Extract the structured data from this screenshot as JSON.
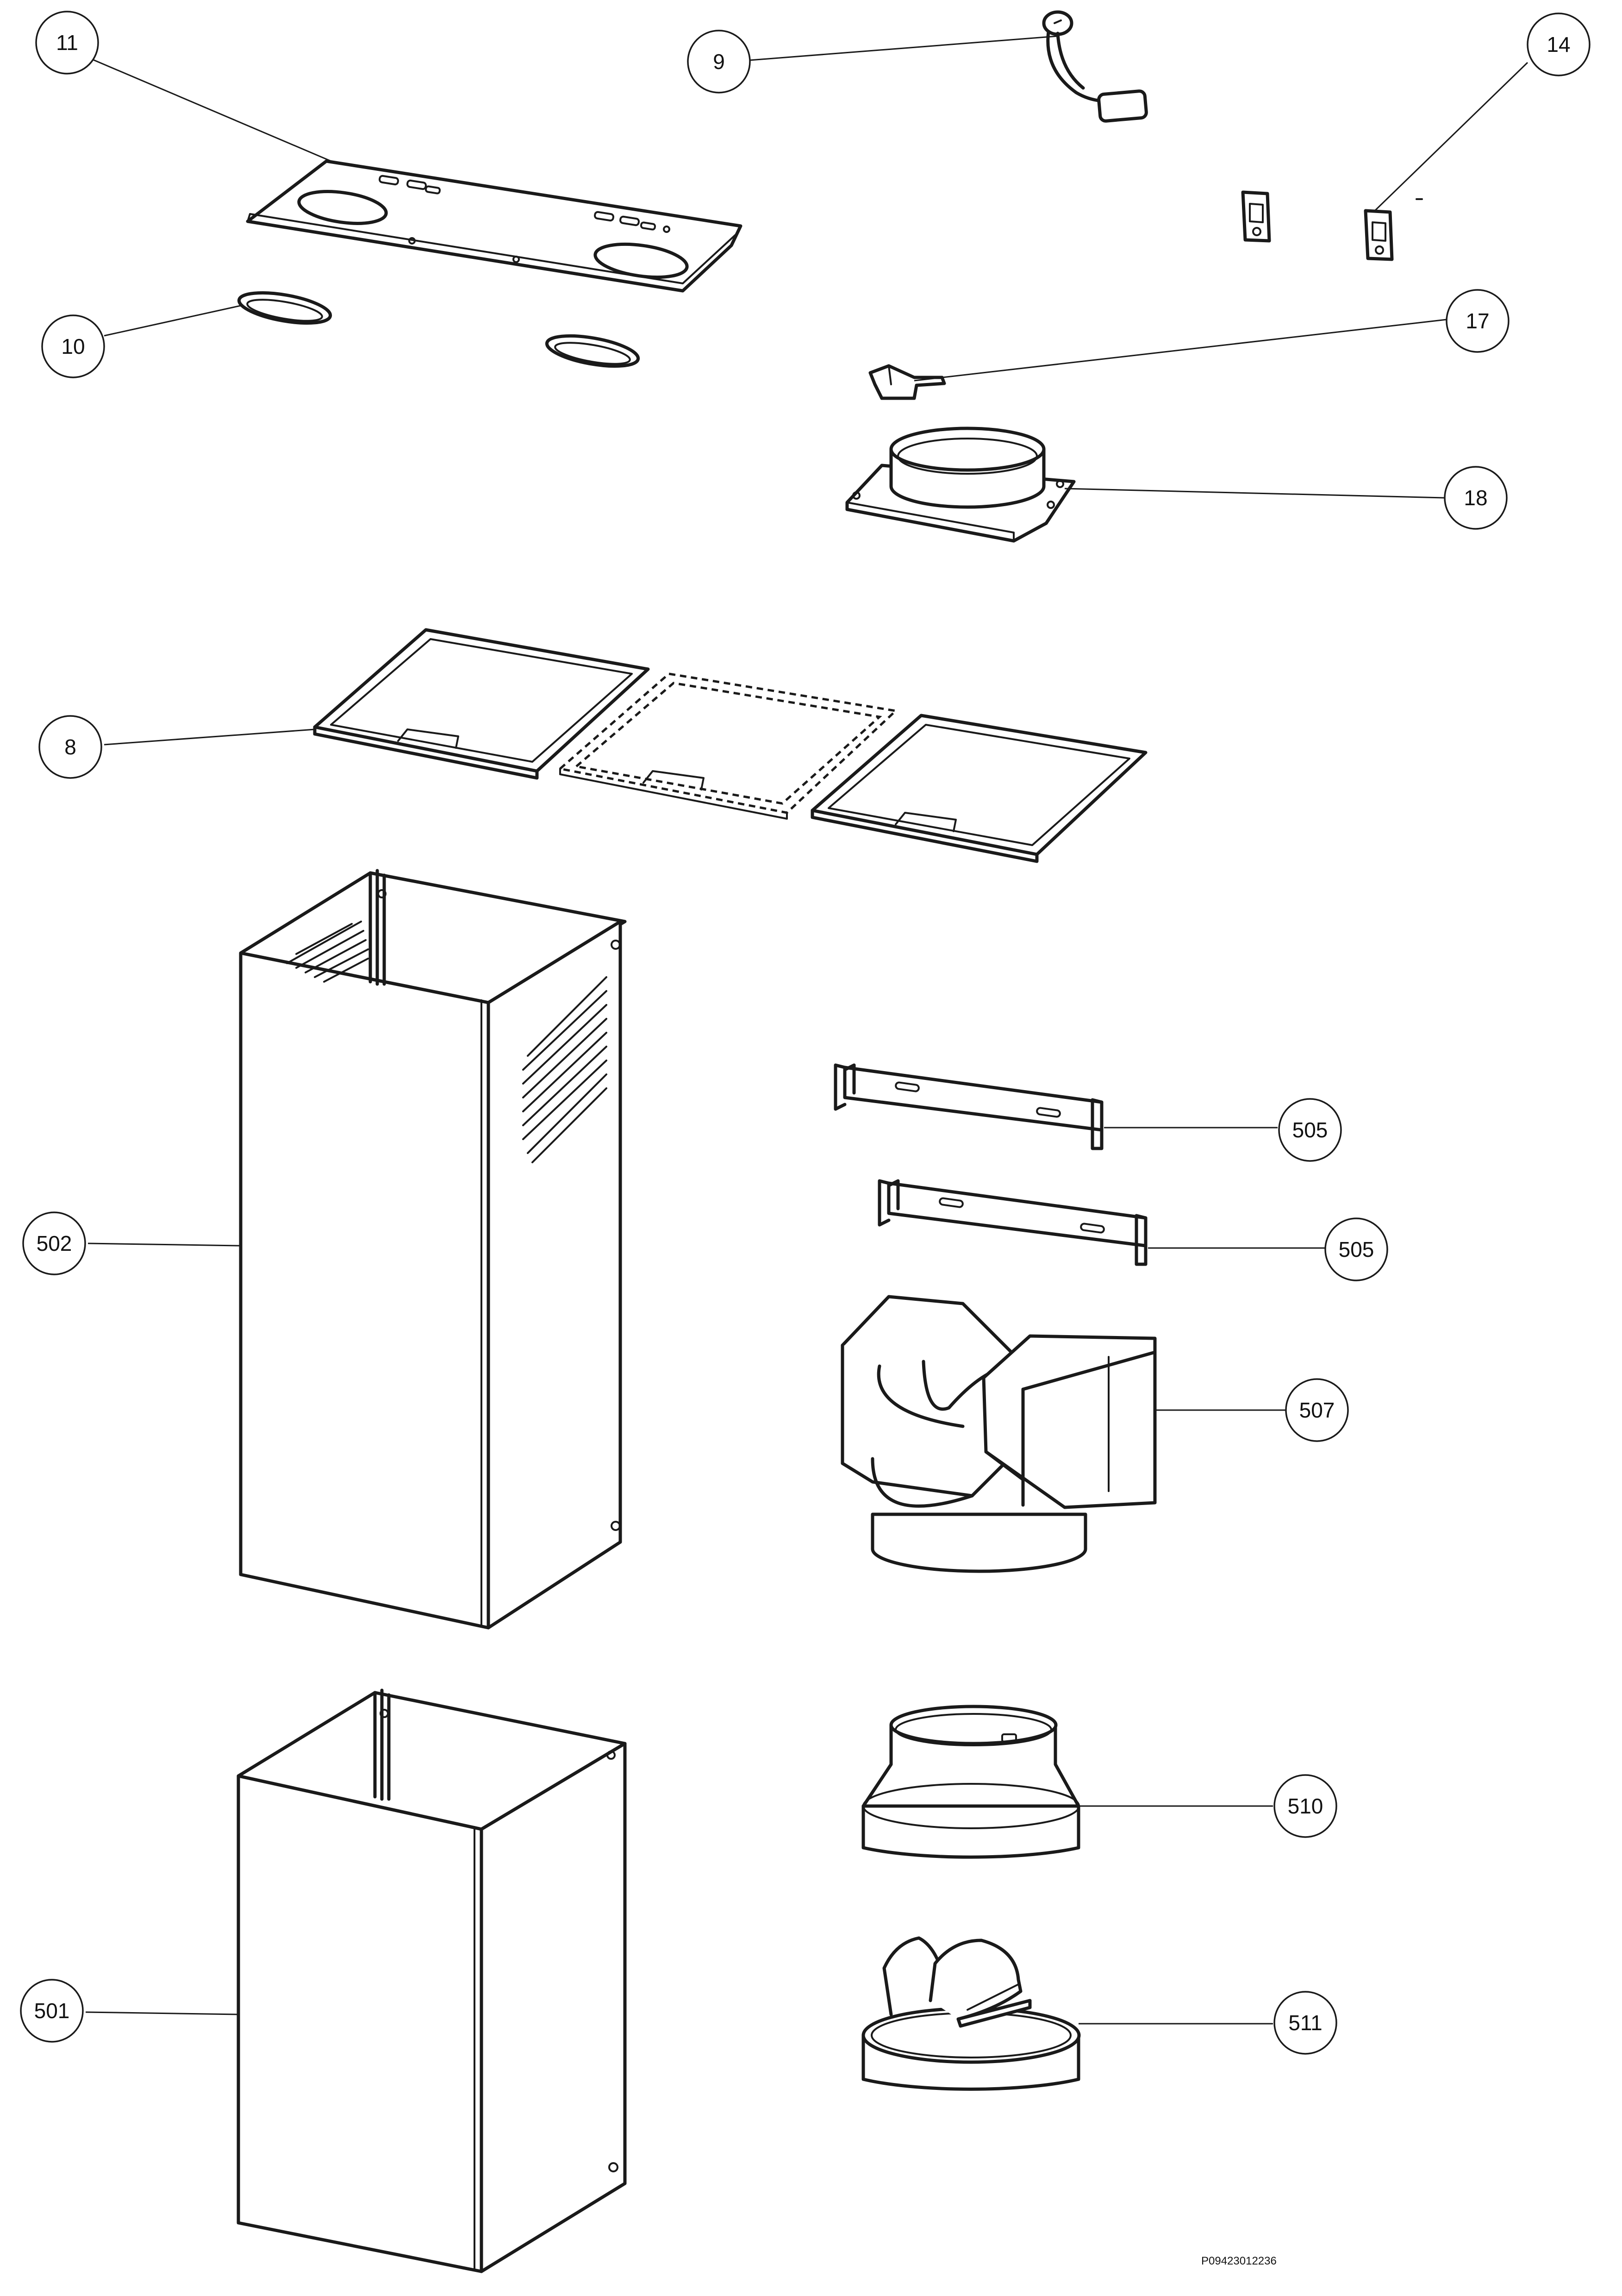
{
  "callouts": [
    {
      "id": "11",
      "label": "11"
    },
    {
      "id": "9",
      "label": "9"
    },
    {
      "id": "14",
      "label": "14"
    },
    {
      "id": "10",
      "label": "10"
    },
    {
      "id": "17",
      "label": "17"
    },
    {
      "id": "18",
      "label": "18"
    },
    {
      "id": "8",
      "label": "8"
    },
    {
      "id": "505a",
      "label": "505"
    },
    {
      "id": "505b",
      "label": "505"
    },
    {
      "id": "502",
      "label": "502"
    },
    {
      "id": "507",
      "label": "507"
    },
    {
      "id": "510",
      "label": "510"
    },
    {
      "id": "501",
      "label": "501"
    },
    {
      "id": "511",
      "label": "511"
    }
  ],
  "drawing_code": "P09423012236",
  "colors": {
    "ink": "#1a1a1a",
    "background": "#ffffff"
  }
}
